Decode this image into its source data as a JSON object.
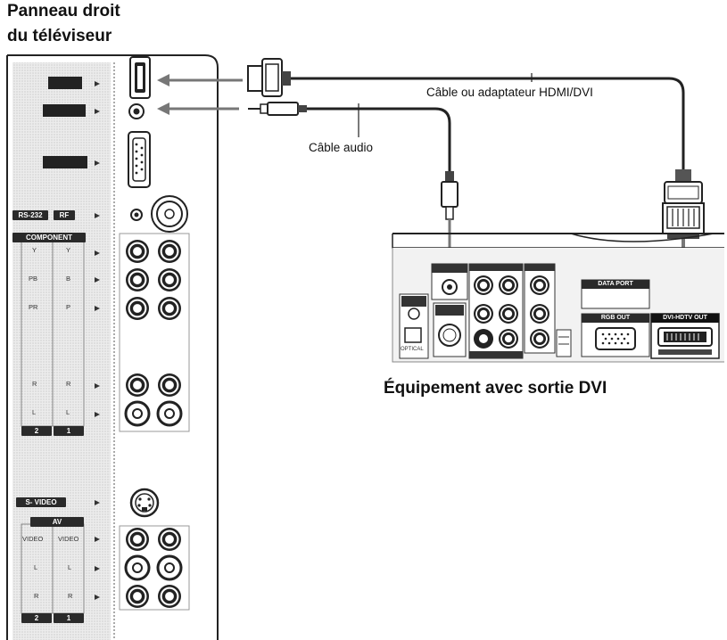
{
  "header": {
    "title_line1": "Panneau droit",
    "title_line2": "du téléviseur"
  },
  "labels": {
    "hdmi_cable": "Câble ou adaptateur HDMI/DVI",
    "audio_cable": "Câble audio",
    "equipment": "Équipement avec sortie DVI"
  },
  "tv_panel": {
    "rs232": "RS-232",
    "rf": "RF",
    "component": "COMPONENT",
    "comp_rows": [
      "Y",
      "PB",
      "PR",
      "R",
      "L"
    ],
    "comp_rows_right": [
      "Y",
      "B",
      "P",
      "R",
      "L"
    ],
    "col_left": "2",
    "col_right": "1",
    "svideo": "S- VIDEO",
    "av": "AV",
    "av_rows_left": [
      "VIDEO",
      "L",
      "R"
    ],
    "av_rows_right": [
      "VIDEO",
      "L",
      "R"
    ]
  },
  "equipment_panel": {
    "data_port": "DATA PORT",
    "rgb_out": "RGB OUT",
    "dvi_out": "DVI-HDTV OUT",
    "optical": "OPTICAL"
  }
}
